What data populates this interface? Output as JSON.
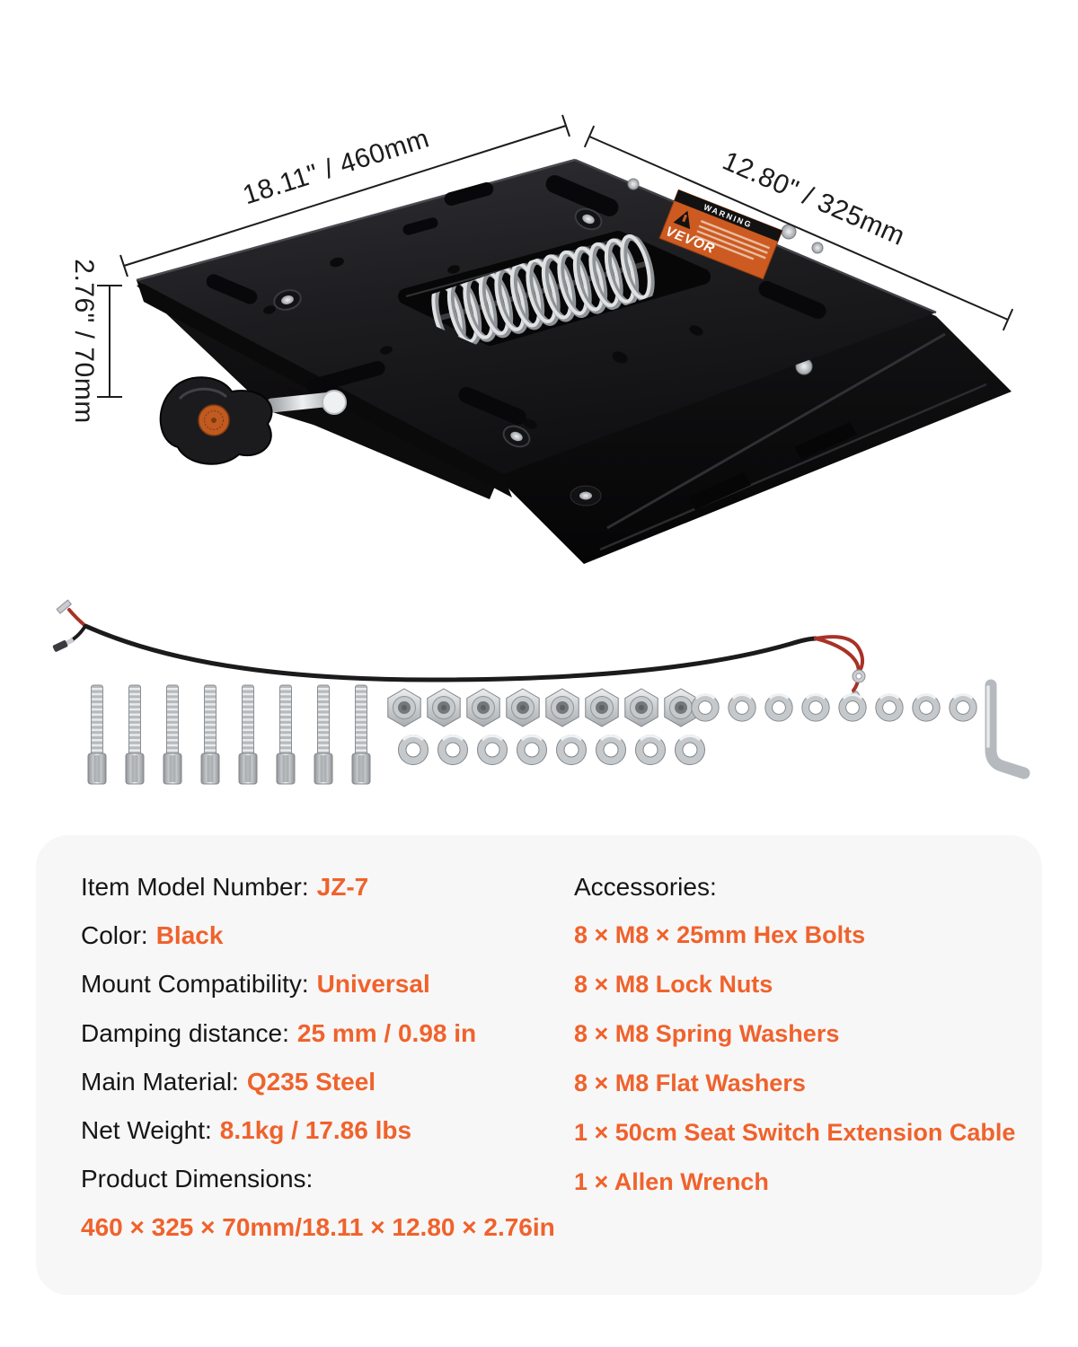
{
  "colors": {
    "accent": "#F0622C",
    "panel_bg": "#F7F7F7",
    "product_black": "#1B1B1D"
  },
  "dimensions": {
    "width": "18.11\" / 460mm",
    "depth": "12.80\" / 325mm",
    "height": "2.76\" / 70mm"
  },
  "product_label": {
    "brand": "VEVOR",
    "warning": "WARNING"
  },
  "specs": {
    "left": [
      {
        "label": "Item Model Number:",
        "value": "JZ-7"
      },
      {
        "label": "Color:",
        "value": "Black"
      },
      {
        "label": "Mount Compatibility:",
        "value": "Universal"
      },
      {
        "label": "Damping distance:",
        "value": "25 mm / 0.98 in"
      },
      {
        "label": "Main Material:",
        "value": "Q235 Steel"
      },
      {
        "label": "Net Weight:",
        "value": "8.1kg / 17.86 lbs"
      },
      {
        "label": "Product Dimensions:",
        "value": ""
      },
      {
        "label": "",
        "value": "460 × 325 × 70mm/18.11 × 12.80 × 2.76in"
      }
    ],
    "right": {
      "header": "Accessories:",
      "items": [
        "8 × M8 × 25mm Hex Bolts",
        "8 × M8 Lock Nuts",
        "8 × M8 Spring Washers",
        "8 × M8 Flat Washers",
        "1 × 50cm Seat Switch Extension Cable",
        "1 × Allen Wrench"
      ]
    }
  }
}
